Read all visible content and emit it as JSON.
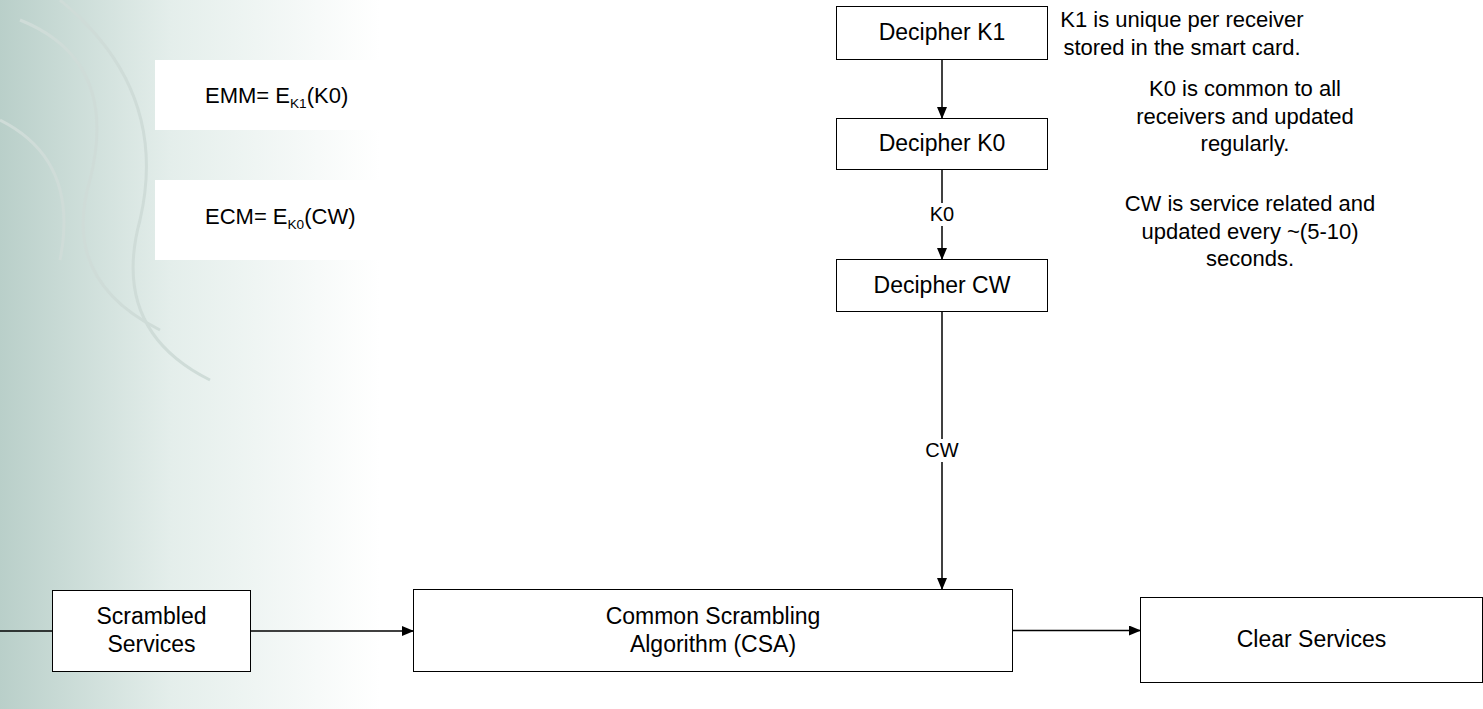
{
  "diagram": {
    "nodes": [
      {
        "text": [
          "Decipher K1"
        ]
      },
      {
        "text": [
          "Decipher K0"
        ]
      },
      {
        "text": [
          "Decipher CW"
        ]
      },
      {
        "text": [
          "Scrambled Services"
        ]
      },
      {
        "text": [
          "Common Scrambling Algorithm (CSA)"
        ]
      },
      {
        "text": [
          "Clear Services"
        ]
      }
    ],
    "edges": [
      {
        "from": 0,
        "to": 1,
        "arrow": "to"
      },
      {
        "from": 1,
        "to": 2,
        "label": "K0",
        "arrow": "to"
      },
      {
        "from": 2,
        "to": 4,
        "label": "CW",
        "arrow": "to"
      },
      {
        "from": 3,
        "to": 4,
        "arrow": "to"
      },
      {
        "from": 4,
        "to": 5,
        "arrow": "to"
      }
    ],
    "labels": [
      "K1 is unique per receiver stored in the smart card.",
      "EMM= EK1(K0)",
      "K0 is common to all receivers and updated regularly.",
      "ECM= EK0(CW)",
      "CW is service related and updated every ~(5-10) seconds."
    ]
  }
}
